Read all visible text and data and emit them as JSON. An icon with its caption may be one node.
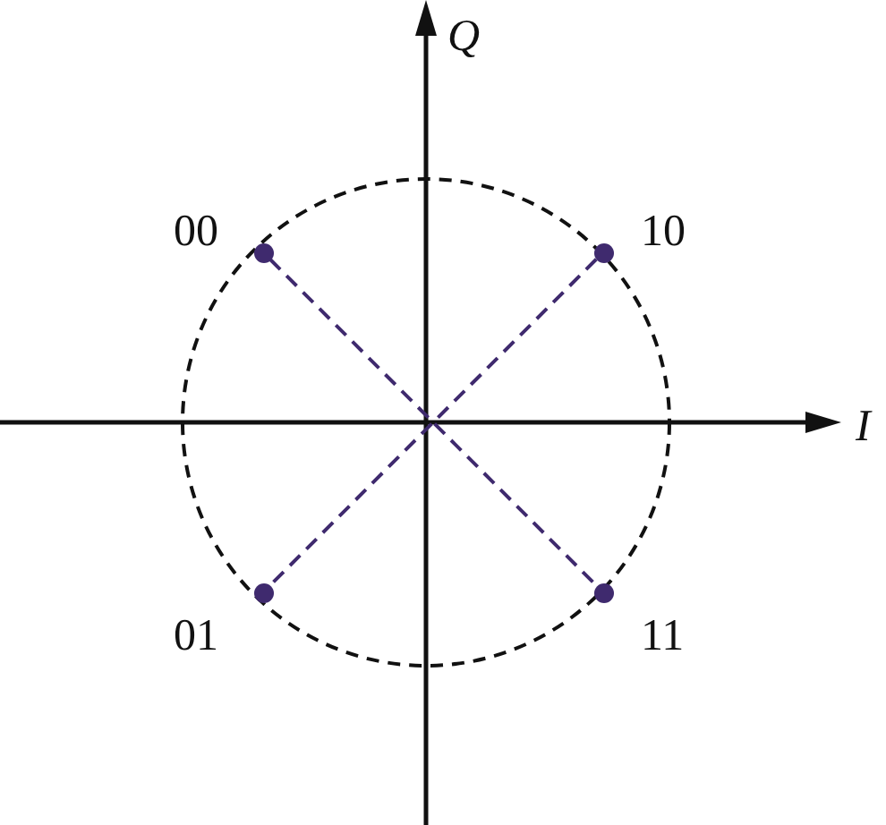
{
  "diagram": {
    "nodes": [
      {
        "text": [],
        "shape": "circle",
        "beside": [
          "00"
        ]
      },
      {
        "text": [],
        "shape": "circle",
        "beside": [
          "10"
        ]
      },
      {
        "text": [],
        "shape": "circle",
        "beside": [
          "01"
        ]
      },
      {
        "text": [],
        "shape": "circle",
        "beside": [
          "11"
        ]
      }
    ],
    "edges": [
      {
        "from": 0,
        "to": 3,
        "arrow": "none",
        "style": "dashed"
      },
      {
        "from": 1,
        "to": 2,
        "arrow": "none",
        "style": "dashed"
      }
    ],
    "labels": [
      "Q",
      "I"
    ]
  }
}
